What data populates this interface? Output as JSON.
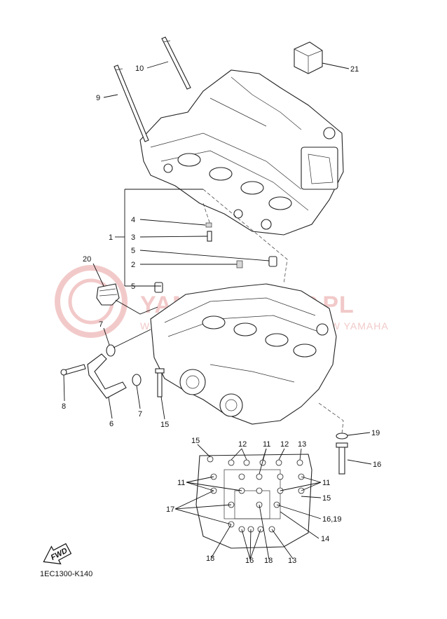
{
  "diagram_code": "1EC1300-K140",
  "watermark": {
    "main": "YAMAHAMOTP.PL",
    "sub": "WSPIERA NIEOFICJALNIE DEALERÓW YAMAHA"
  },
  "fwd_label": "FWD",
  "callouts": [
    {
      "id": "c1",
      "text": "1"
    },
    {
      "id": "c2",
      "text": "2"
    },
    {
      "id": "c3",
      "text": "3"
    },
    {
      "id": "c4",
      "text": "4"
    },
    {
      "id": "c5a",
      "text": "5"
    },
    {
      "id": "c5b",
      "text": "5"
    },
    {
      "id": "c6",
      "text": "6"
    },
    {
      "id": "c7a",
      "text": "7"
    },
    {
      "id": "c7b",
      "text": "7"
    },
    {
      "id": "c8",
      "text": "8"
    },
    {
      "id": "c9",
      "text": "9"
    },
    {
      "id": "c10",
      "text": "10"
    },
    {
      "id": "c11a",
      "text": "11"
    },
    {
      "id": "c11b",
      "text": "11"
    },
    {
      "id": "c11c",
      "text": "11"
    },
    {
      "id": "c12a",
      "text": "12"
    },
    {
      "id": "c12b",
      "text": "12"
    },
    {
      "id": "c13a",
      "text": "13"
    },
    {
      "id": "c13b",
      "text": "13"
    },
    {
      "id": "c14",
      "text": "14"
    },
    {
      "id": "c15a",
      "text": "15"
    },
    {
      "id": "c15b",
      "text": "15"
    },
    {
      "id": "c15c",
      "text": "15"
    },
    {
      "id": "c16a",
      "text": "16"
    },
    {
      "id": "c16b",
      "text": "16"
    },
    {
      "id": "c1619",
      "text": "16,19"
    },
    {
      "id": "c17",
      "text": "17"
    },
    {
      "id": "c18a",
      "text": "18"
    },
    {
      "id": "c18b",
      "text": "18"
    },
    {
      "id": "c19",
      "text": "19"
    },
    {
      "id": "c20",
      "text": "20"
    },
    {
      "id": "c21",
      "text": "21"
    }
  ]
}
